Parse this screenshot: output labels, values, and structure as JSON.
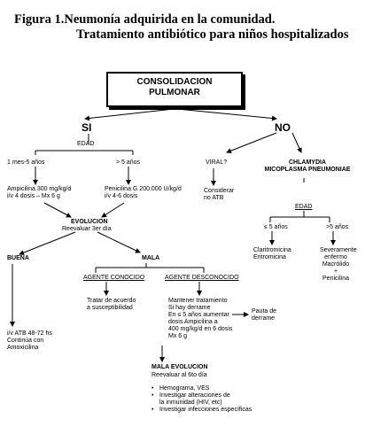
{
  "figure": {
    "title": "Figura 1.Neumonía adquirida en la comunidad.",
    "subtitle": "Tratamiento antibiótico para niños hospitalizados"
  },
  "root": {
    "line1": "CONSOLIDACION",
    "line2": "PULMONAR"
  },
  "branches": {
    "yes": "SI",
    "no": "NO"
  },
  "left": {
    "edad": "EDAD",
    "age1": "1 mes-5 años",
    "age2": "> 5 años",
    "treat1": [
      "Ampicilina 300 mg/kg/d",
      "i/v 4 dosis – Mx 6 g"
    ],
    "treat2": [
      "Penicilina G 200.000 U/kg/d",
      "i/v 4-6 dosis"
    ],
    "evolucion": "EVOLUCION",
    "reevaluar": "Reevaluar 3er día",
    "buena": "BUENA",
    "mala": "MALA",
    "buena_treat": [
      "i/v ATB 48-72 hs",
      "Continúa con",
      "Amoxicilina"
    ],
    "agente_conocido": "AGENTE CONOCIDO",
    "agente_desconocido": "AGENTE DESCONOCIDO",
    "conocido_treat": [
      "Tratar de acuerdo",
      "a susceptibilidad"
    ],
    "desconocido_treat": [
      "Mantener tratamiento",
      "Si hay derrame",
      "En ≤ 5 años aumentar",
      "dosis Ampicilina a",
      "400 mg/kg/d en 6 dosis",
      "Mx 6 g"
    ],
    "pauta": [
      "Pauta de",
      "derrame"
    ],
    "mala_evolucion": "MALA EVOLUCION",
    "reevaluar_6": "Reevaluar al 6to día",
    "bullets": [
      "Hemograma, VES",
      "Investigar alteraciones de",
      "la inmunidad (HIV, etc)",
      "Investigar infecciones específicas"
    ]
  },
  "right": {
    "viral": "VIRAL?",
    "viral_treat": [
      "Considerar",
      "no ATB"
    ],
    "chlamydia": [
      "CHLAMYDIA",
      "MICOPLASMA PNEUMONIAE"
    ],
    "edad": "EDAD",
    "age1": "≤ 5 años",
    "age2": ">5 años",
    "treat1": [
      "Claritromicina",
      "Eritromicina"
    ],
    "treat2": [
      "Severamente",
      "enfermo",
      "Macrólido",
      "+",
      "Penicilina"
    ]
  }
}
